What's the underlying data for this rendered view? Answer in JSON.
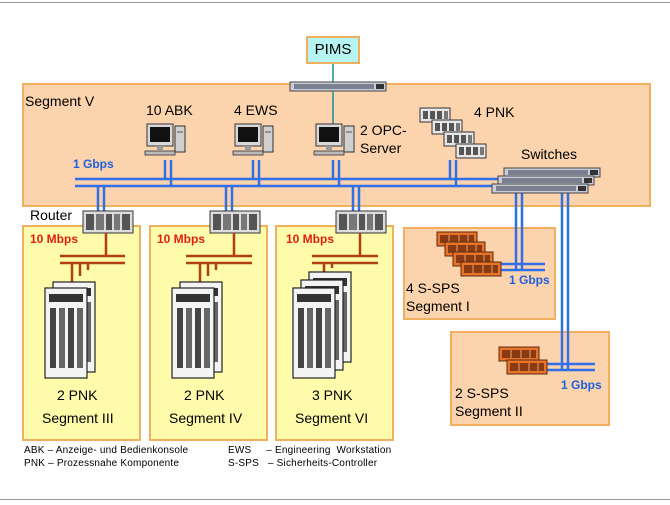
{
  "pims": "PIMS",
  "segment_v": {
    "title": "Segment V",
    "abk": "10 ABK",
    "ews": "4 EWS",
    "opc_line1": "2 OPC-",
    "opc_line2": "Server",
    "pnk": "4 PNK",
    "switches": "Switches",
    "speed": "1 Gbps"
  },
  "router": "Router",
  "segment_iii": {
    "speed": "10 Mbps",
    "count": "2 PNK",
    "title": "Segment III"
  },
  "segment_iv": {
    "speed": "10 Mbps",
    "count": "2 PNK",
    "title": "Segment IV"
  },
  "segment_vi": {
    "speed": "10 Mbps",
    "count": "3 PNK",
    "title": "Segment VI"
  },
  "segment_i": {
    "count": "4 S-SPS",
    "title": "Segment I",
    "speed": "1 Gbps"
  },
  "segment_ii": {
    "count": "2 S-SPS",
    "title": "Segment II",
    "speed": "1 Gbps"
  },
  "legend": {
    "abk": "ABK – Anzeige- und Bedienkonsole",
    "pnk": "PNK – Prozessnahe Komponente",
    "ews": "EWS     – Engineering  Workstation",
    "ssps": "S-SPS   – Sicherheits-Controller"
  },
  "colors": {
    "segment_fill": "#fbd3ad",
    "segment_yellow": "#fefcab",
    "border": "#f0b060",
    "network_line": "#2f6fe8",
    "fieldbus_line": "#b04010",
    "pims_fill": "#b6f3f3"
  }
}
